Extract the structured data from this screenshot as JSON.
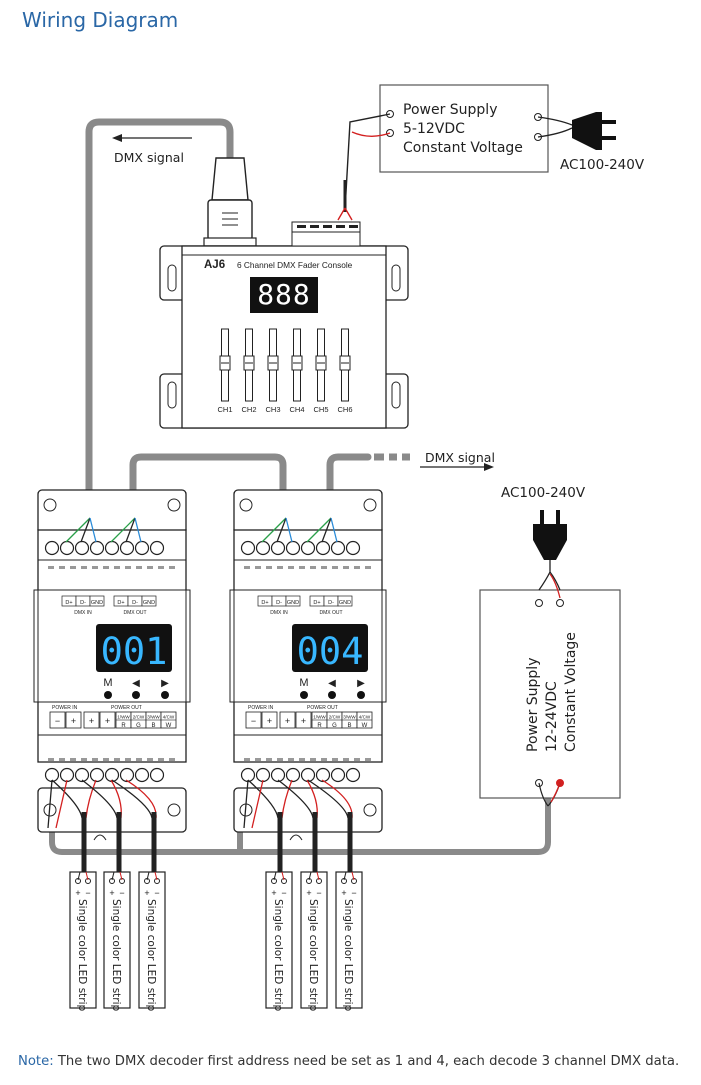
{
  "title": "Wiring Diagram",
  "note": {
    "prefix": "Note:",
    "text": " The two DMX decoder first address need be set as 1 and 4, each decode 3 channel DMX data."
  },
  "signals": {
    "dmx_top": "DMX signal",
    "dmx_right": "DMX signal"
  },
  "power_supply_top": {
    "line1": "Power Supply",
    "line2": "5-12VDC",
    "line3": "Constant Voltage",
    "mains": "AC100-240V"
  },
  "power_supply_right": {
    "line1": "Power Supply",
    "line2": "12-24VDC",
    "line3": "Constant Voltage",
    "mains": "AC100-240V"
  },
  "console": {
    "model": "AJ6",
    "name": "6 Channel DMX Fader Console",
    "display": "888",
    "channels": [
      "CH1",
      "CH2",
      "CH3",
      "CH4",
      "CH5",
      "CH6"
    ]
  },
  "decoders": [
    {
      "display": "001",
      "dmx_in_pins": [
        "D+",
        "D-",
        "GND"
      ],
      "dmx_out_pins": [
        "D+",
        "D-",
        "GND"
      ],
      "dmx_in_label": "DMX IN",
      "dmx_out_label": "DMX OUT",
      "buttons": [
        "M",
        "◀",
        "▶"
      ],
      "power_in_label": "POWER IN",
      "power_out_label": "POWER OUT",
      "power_in": [
        "−",
        "+"
      ],
      "power_out_common": [
        "+",
        "+"
      ],
      "channel_top": [
        "1/WW",
        "2/CW",
        "3/WW",
        "4/CW"
      ],
      "channel_bottom": [
        "R",
        "G",
        "B",
        "W"
      ]
    },
    {
      "display": "004",
      "dmx_in_pins": [
        "D+",
        "D-",
        "GND"
      ],
      "dmx_out_pins": [
        "D+",
        "D-",
        "GND"
      ],
      "dmx_in_label": "DMX IN",
      "dmx_out_label": "DMX OUT",
      "buttons": [
        "M",
        "◀",
        "▶"
      ],
      "power_in_label": "POWER IN",
      "power_out_label": "POWER OUT",
      "power_in": [
        "−",
        "+"
      ],
      "power_out_common": [
        "+",
        "+"
      ],
      "channel_top": [
        "1/WW",
        "2/CW",
        "3/WW",
        "4/CW"
      ],
      "channel_bottom": [
        "R",
        "G",
        "B",
        "W"
      ]
    }
  ],
  "led_strip": {
    "label": "Single color LED strip",
    "plus": "+",
    "minus": "−"
  }
}
